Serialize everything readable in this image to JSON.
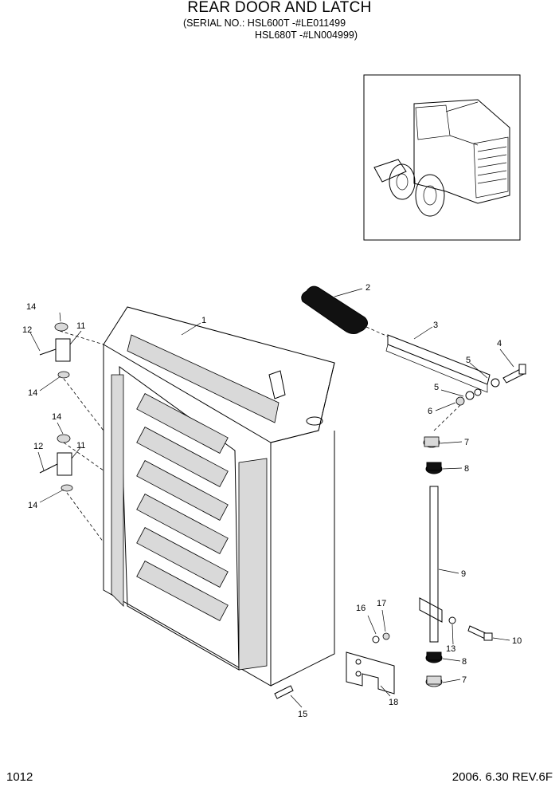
{
  "header": {
    "title": "REAR DOOR AND LATCH",
    "serial_line_1": "(SERIAL NO.: HSL600T -#LE011499",
    "serial_line_2": "HSL680T -#LN004999)"
  },
  "footer": {
    "page_number": "1012",
    "revision": "2006. 6.30  REV.6F"
  },
  "callouts": {
    "c1": "1",
    "c2": "2",
    "c3": "3",
    "c4": "4",
    "c5a": "5",
    "c5b": "5",
    "c6": "6",
    "c7a": "7",
    "c7b": "7",
    "c8a": "8",
    "c8b": "8",
    "c9": "9",
    "c10": "10",
    "c11a": "11",
    "c11b": "11",
    "c12a": "12",
    "c12b": "12",
    "c13": "13",
    "c14a": "14",
    "c14b": "14",
    "c14c": "14",
    "c14d": "14",
    "c15": "15",
    "c16": "16",
    "c17": "17",
    "c18": "18"
  }
}
